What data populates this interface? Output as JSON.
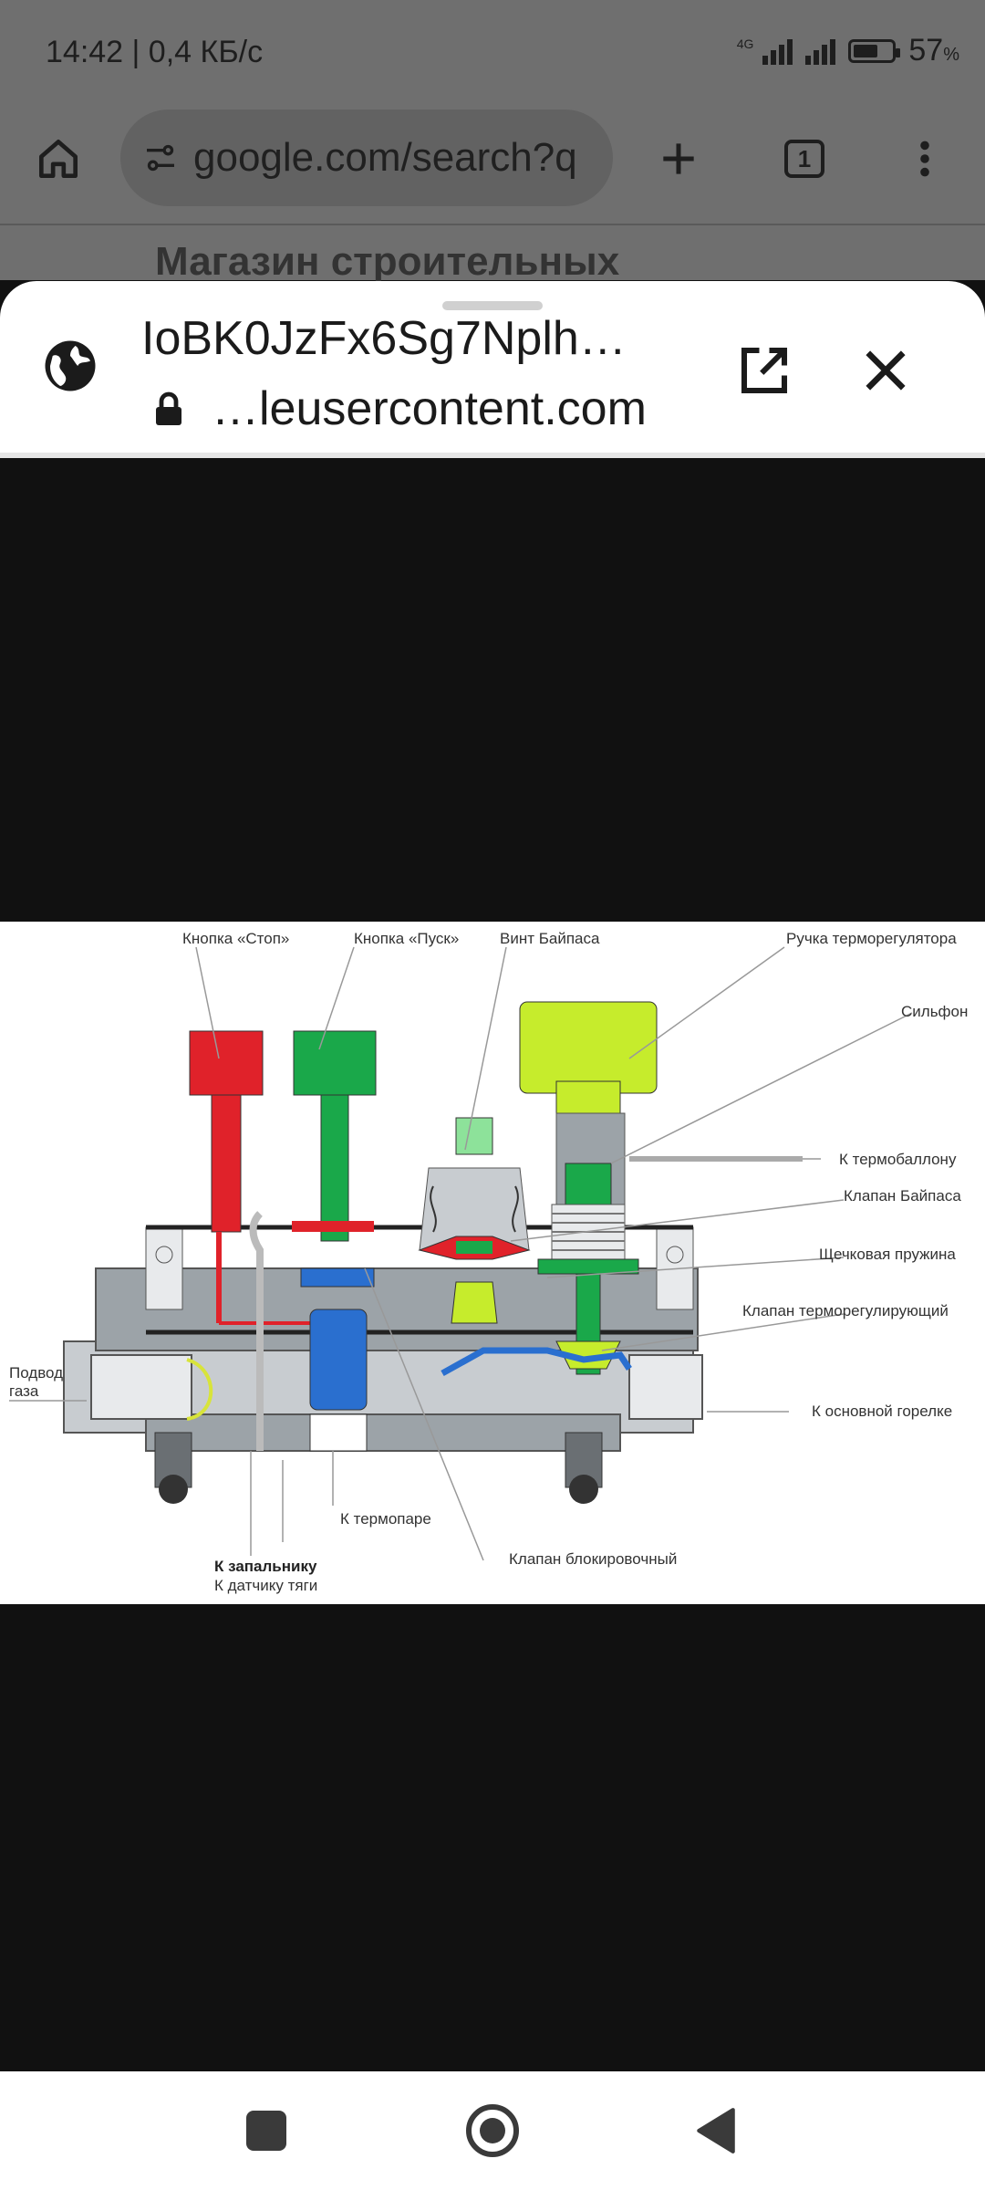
{
  "status_bar": {
    "time_speed": "14:42 | 0,4 КБ/с",
    "network_type": "4G",
    "battery_percent": "57",
    "battery_unit": "%"
  },
  "browser": {
    "url": "google.com/search?q",
    "tab_count": "1",
    "background_page_title": "Магазин строительных"
  },
  "sheet": {
    "title": "IoBK0JzFx6Sg7Nplh…",
    "origin": "…leusercontent.com"
  },
  "diagram": {
    "labels": {
      "stop_button": "Кнопка «Стоп»",
      "start_button": "Кнопка «Пуск»",
      "bypass_screw": "Винт Байпаса",
      "thermostat_knob": "Ручка терморегулятора",
      "bellows": "Сильфон",
      "to_thermobulb": "К термобаллону",
      "bypass_valve": "Клапан Байпаса",
      "cup_spring": "Щечковая пружина",
      "thermo_valve": "Клапан терморегулирующий",
      "gas_inlet_1": "Подвод",
      "gas_inlet_2": "газа",
      "to_main_burner": "К основной горелке",
      "to_thermocouple": "К термопаре",
      "lock_valve": "Клапан блокировочный",
      "to_pilot": "К запальнику",
      "to_draft_sensor": "К датчику тяги"
    }
  },
  "colors": {
    "stop_red": "#e0222a",
    "start_green": "#1aa84a",
    "knob_lime": "#c6ec2c",
    "lock_blue": "#2a6fcf",
    "body_gray": "#9ca3a8"
  }
}
